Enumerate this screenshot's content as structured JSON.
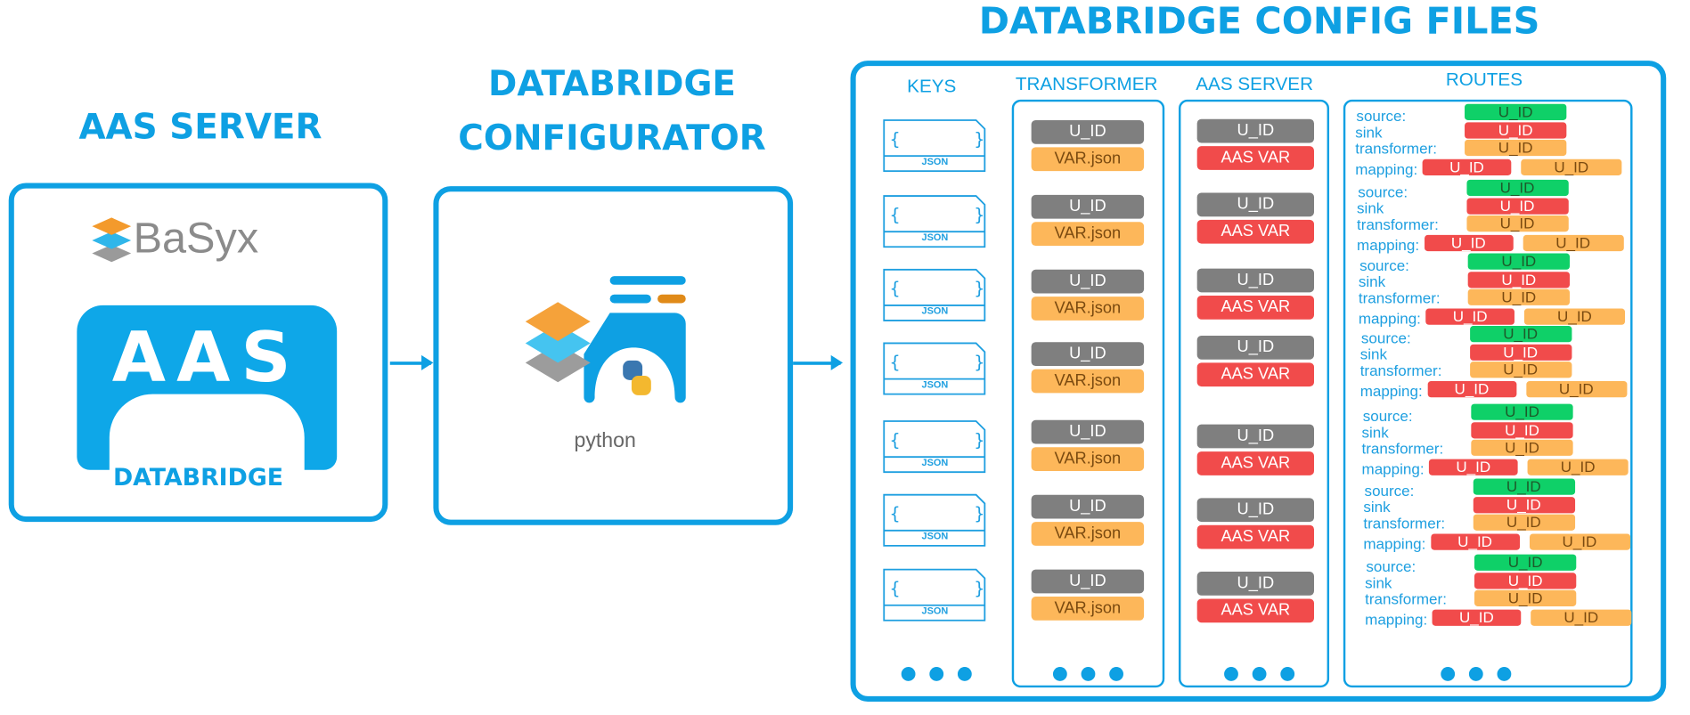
{
  "aas_server": {
    "title": "AAS SERVER",
    "basyx_logo": "BaSyx",
    "aas_logo": "AAS",
    "subtitle": "DATABRIDGE"
  },
  "configurator": {
    "title_line1": "DATABRIDGE",
    "title_line2": "CONFIGURATOR",
    "python_logo": "python"
  },
  "config_files": {
    "title": "DATABRIDGE CONFIG FILES",
    "keys": {
      "header": "KEYS",
      "file_label": "JSON",
      "count": 7
    },
    "transformer": {
      "header": "TRANSFORMER",
      "rows": [
        {
          "id": "U_ID",
          "file": "VAR.json"
        },
        {
          "id": "U_ID",
          "file": "VAR.json"
        },
        {
          "id": "U_ID",
          "file": "VAR.json"
        },
        {
          "id": "U_ID",
          "file": "VAR.json"
        },
        {
          "id": "U_ID",
          "file": "VAR.json"
        },
        {
          "id": "U_ID",
          "file": "VAR.json"
        },
        {
          "id": "U_ID",
          "file": "VAR.json"
        }
      ]
    },
    "aas_server": {
      "header": "AAS SERVER",
      "rows": [
        {
          "id": "U_ID",
          "var": "AAS VAR"
        },
        {
          "id": "U_ID",
          "var": "AAS VAR"
        },
        {
          "id": "U_ID",
          "var": "AAS VAR"
        },
        {
          "id": "U_ID",
          "var": "AAS VAR"
        },
        {
          "id": "U_ID",
          "var": "AAS VAR"
        },
        {
          "id": "U_ID",
          "var": "AAS VAR"
        },
        {
          "id": "U_ID",
          "var": "AAS VAR"
        }
      ]
    },
    "routes": {
      "header": "ROUTES",
      "labels": {
        "source": "source:",
        "sink": "sink",
        "transformer": "transformer:",
        "mapping": "mapping:"
      },
      "groups": [
        {
          "source": "U_ID",
          "sink": "U_ID",
          "transformer": "U_ID",
          "mapping_from": "U_ID",
          "mapping_to": "U_ID"
        },
        {
          "source": "U_ID",
          "sink": "U_ID",
          "transformer": "U_ID",
          "mapping_from": "U_ID",
          "mapping_to": "U_ID"
        },
        {
          "source": "U_ID",
          "sink": "U_ID",
          "transformer": "U_ID",
          "mapping_from": "U_ID",
          "mapping_to": "U_ID"
        },
        {
          "source": "U_ID",
          "sink": "U_ID",
          "transformer": "U_ID",
          "mapping_from": "U_ID",
          "mapping_to": "U_ID"
        },
        {
          "source": "U_ID",
          "sink": "U_ID",
          "transformer": "U_ID",
          "mapping_from": "U_ID",
          "mapping_to": "U_ID"
        },
        {
          "source": "U_ID",
          "sink": "U_ID",
          "transformer": "U_ID",
          "mapping_from": "U_ID",
          "mapping_to": "U_ID"
        },
        {
          "source": "U_ID",
          "sink": "U_ID",
          "transformer": "U_ID",
          "mapping_from": "U_ID",
          "mapping_to": "U_ID"
        }
      ]
    }
  },
  "colors": {
    "accent": "#0ea0e3",
    "grey": "#7f7f7f",
    "orange": "#fdb75a",
    "red": "#f14b4b",
    "green": "#0fd068"
  }
}
